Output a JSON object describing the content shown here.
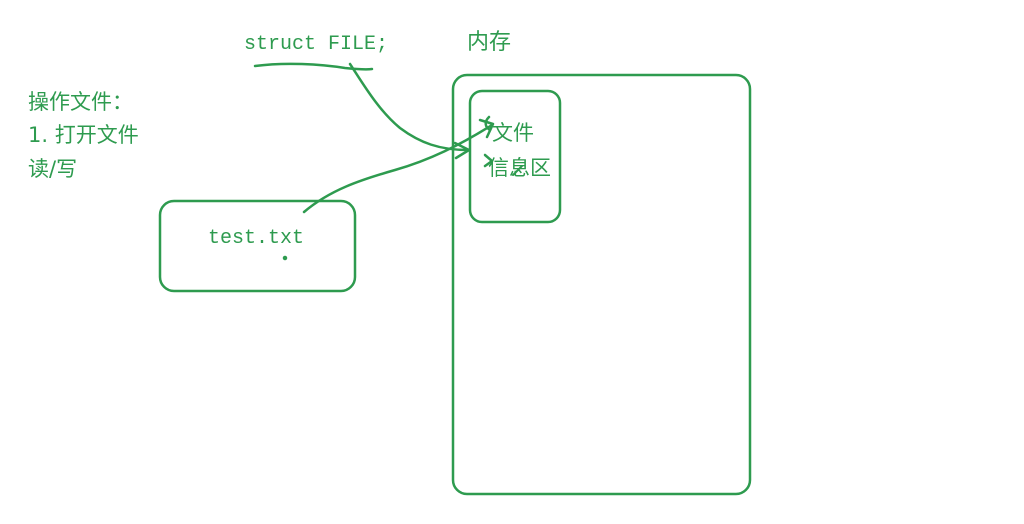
{
  "labels": {
    "struct_decl": "struct FILE;",
    "memory": "内存",
    "operation_heading": "操作文件：",
    "step_open": "1. 打开文件",
    "read_write": "读/写",
    "file_name": "test.txt",
    "info_area_line1": "文件",
    "info_area_line2": "信息区"
  },
  "colors": {
    "ink": "#2e9b4f"
  }
}
